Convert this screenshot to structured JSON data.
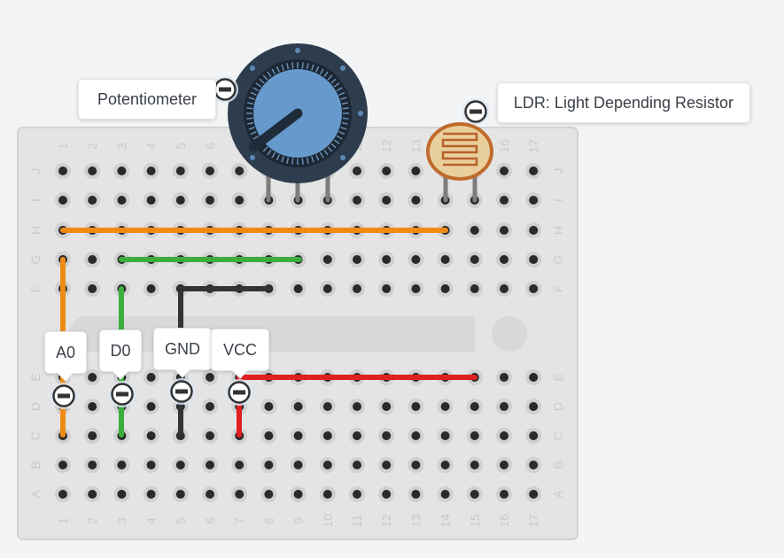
{
  "breadboard": {
    "columns": [
      "1",
      "2",
      "3",
      "4",
      "5",
      "6",
      "7",
      "8",
      "9",
      "10",
      "11",
      "12",
      "13",
      "14",
      "15",
      "16",
      "17"
    ],
    "rows_top": [
      "J",
      "I",
      "H",
      "G",
      "F"
    ],
    "rows_bottom": [
      "E",
      "D",
      "C",
      "B",
      "A"
    ]
  },
  "components": {
    "potentiometer_label": "Potentiometer",
    "ldr_label": "LDR: Light Depending Resistor"
  },
  "pins": {
    "a0": "A0",
    "d0": "D0",
    "gnd": "GND",
    "vcc": "VCC"
  },
  "colors": {
    "board": "#e4e4e4",
    "hole": "#2a2a2a",
    "wire_orange": "#f08a16",
    "wire_green": "#3cae3c",
    "wire_black": "#333333",
    "wire_red": "#e02020",
    "pot_body": "#2e3d4d",
    "pot_knob": "#6699cc",
    "ldr_body": "#e8cf9c",
    "ldr_trace": "#b8612a"
  }
}
